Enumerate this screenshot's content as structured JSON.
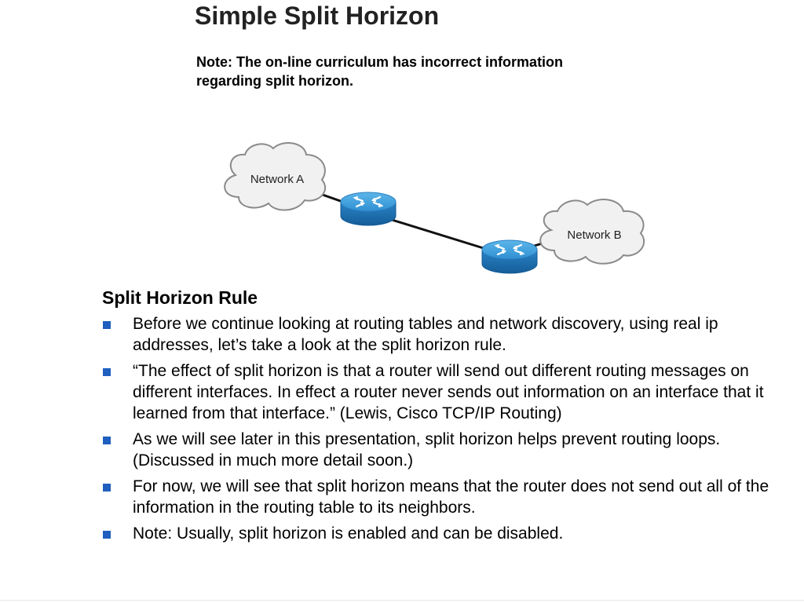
{
  "slide": {
    "title": "Simple Split Horizon",
    "note": "Note: The on-line curriculum has incorrect information regarding split horizon."
  },
  "diagram": {
    "network_a_label": "Network A",
    "network_b_label": "Network B",
    "icons": [
      "cloud-icon",
      "router-icon",
      "router-icon",
      "cloud-icon"
    ],
    "colors": {
      "router_top": "#3a9ad9",
      "router_side": "#1d6fb0",
      "cloud_fill": "#f1f1f1",
      "cloud_stroke": "#8a8a8a",
      "link": "#111111"
    }
  },
  "content": {
    "heading": "Split Horizon Rule",
    "bullets": [
      "Before we continue looking at routing tables and network discovery, using real ip addresses, let’s take a look at the split horizon rule.",
      "“The effect of split horizon is that a router will send out different routing messages on different interfaces.  In effect a router never sends out information on an interface that it learned from that interface.” (Lewis, Cisco TCP/IP Routing)",
      "As we will see later in this presentation, split horizon helps prevent routing loops.  (Discussed in much more detail soon.)",
      "For now, we will see that split horizon means that the router does not send out all of the information in the routing table to its neighbors.",
      "Note: Usually, split horizon is enabled and can be disabled."
    ],
    "bullet_color": "#1f5fbf"
  }
}
